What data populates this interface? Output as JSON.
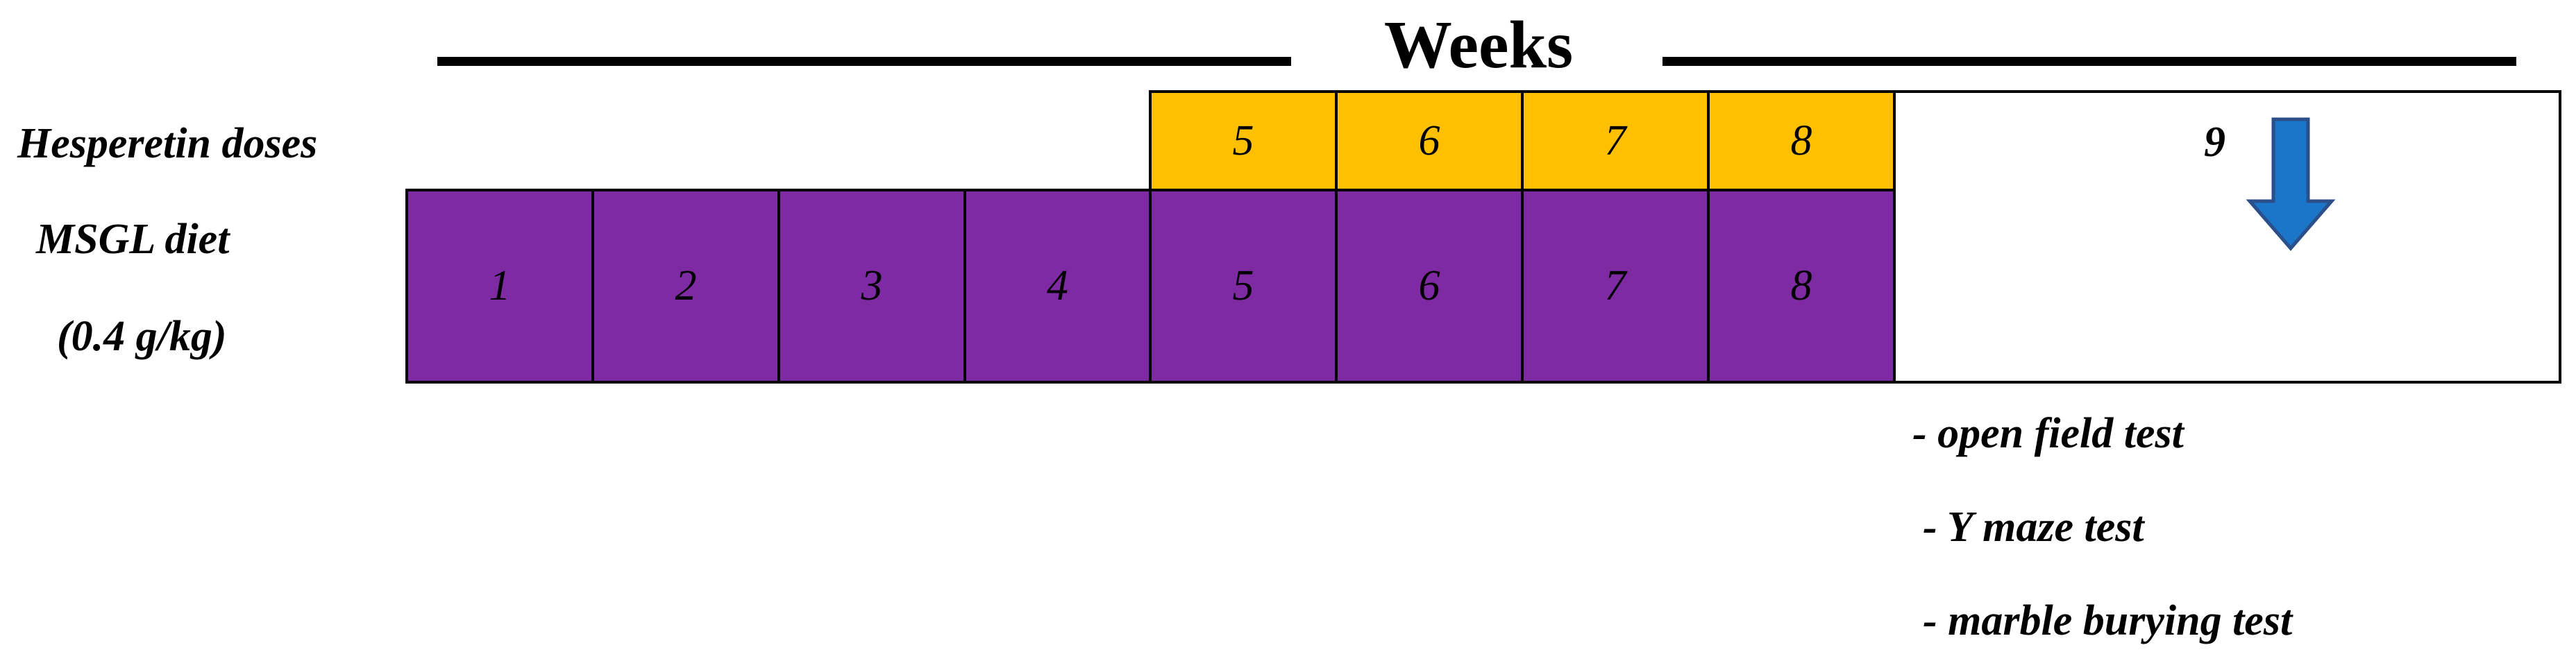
{
  "title": "Weeks",
  "rows": {
    "hesperetin_label": "Hesperetin doses",
    "msgl_label_line1": "MSGL diet",
    "msgl_label_line2": "(0.4 g/kg)"
  },
  "hesperetin_weeks": [
    "5",
    "6",
    "7",
    "8"
  ],
  "msgl_weeks": [
    "1",
    "2",
    "3",
    "4",
    "5",
    "6",
    "7",
    "8"
  ],
  "week9": "9",
  "tests": [
    "- open field test",
    "- Y maze test",
    "- marble burying test"
  ],
  "colors": {
    "msgl": "#7e2aa3",
    "hesperetin": "#ffc000",
    "arrow": "#1b75c9",
    "arrow_outline": "#2a4f8a"
  },
  "icons": {
    "arrow": "down-arrow-icon"
  }
}
